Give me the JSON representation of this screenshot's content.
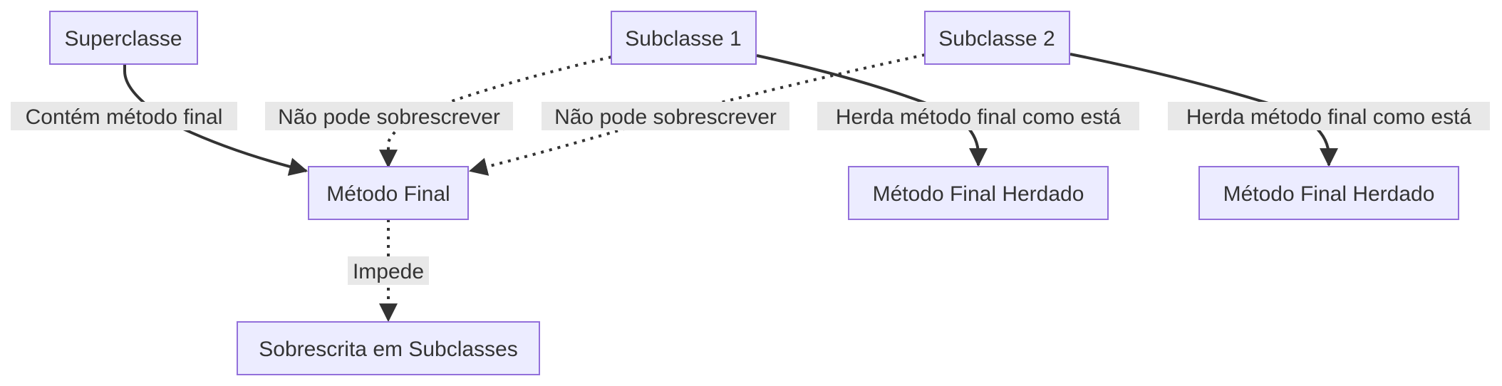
{
  "nodes": {
    "superclasse": "Superclasse",
    "subclasse1": "Subclasse 1",
    "subclasse2": "Subclasse 2",
    "metodo_final": "Método Final",
    "herdado1": "Método Final Herdado",
    "herdado2": "Método Final Herdado",
    "sobrescrita": "Sobrescrita em Subclasses"
  },
  "edges": {
    "contem": "Contém método final",
    "nao_pode_1": "Não pode sobrescrever",
    "nao_pode_2": "Não pode sobrescrever",
    "herda_1": "Herda método final como está",
    "herda_2": "Herda método final como está",
    "impede": "Impede"
  },
  "colors": {
    "node_fill": "#ECECFF",
    "node_stroke": "#9370DB",
    "edge": "#333333",
    "label_bg": "#e8e8e8"
  }
}
